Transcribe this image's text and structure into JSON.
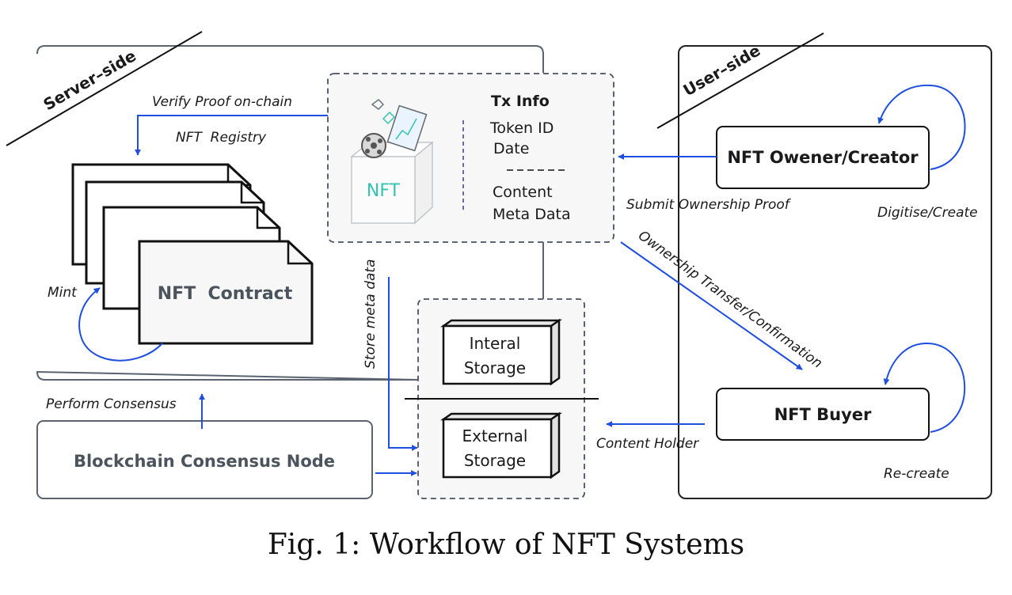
{
  "regions": {
    "server_side": "Server–side",
    "user_side": "User–side"
  },
  "tx_info": {
    "title": "Tx Info",
    "token_id": "Token ID",
    "date": "Date",
    "content": "Content",
    "meta_data": "Meta Data",
    "nft_label": "NFT"
  },
  "contract": {
    "label": "NFT  Contract"
  },
  "storage": {
    "internal_line1": "Interal",
    "internal_line2": "Storage",
    "external_line1": "External",
    "external_line2": "Storage"
  },
  "nodes": {
    "consensus": "Blockchain Consensus Node",
    "creator": "NFT Owener/Creator",
    "buyer": "NFT Buyer"
  },
  "edges": {
    "verify_proof": "Verify Proof on-chain",
    "registry": "NFT  Registry",
    "mint": "Mint",
    "store_meta": "Store meta data",
    "perform_consensus": "Perform Consensus",
    "submit_proof": "Submit Ownership Proof",
    "digitise": "Digitise/Create",
    "ownership_transfer": "Ownership Transfer/Confirmation",
    "content_holder": "Content Holder",
    "recreate": "Re-create"
  },
  "colors": {
    "arrow": "#1f4fe0",
    "panel_border": "#5a6470",
    "dashed_border": "#4a5260",
    "tx_fill": "#f7f7f7",
    "nft_text": "#34c3b0",
    "gray_text": "#4b535c"
  },
  "caption": "Fig. 1: Workflow of NFT Systems"
}
